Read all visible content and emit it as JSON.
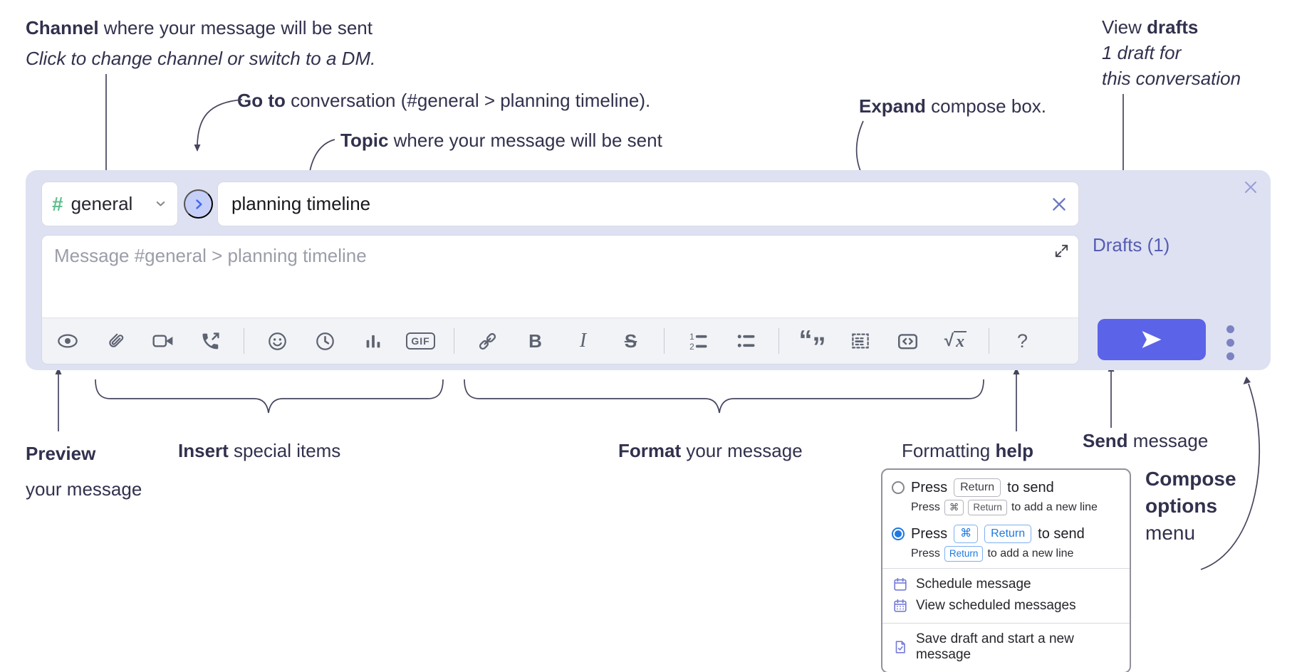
{
  "annotations": {
    "channel": {
      "bold": "Channel",
      "rest": " where your message will be sent",
      "line2": "Click to change channel or switch to a DM."
    },
    "goto": {
      "bold": "Go to",
      "rest": " conversation (#general > planning timeline)."
    },
    "topic": {
      "bold": "Topic",
      "rest": " where your message will be sent"
    },
    "expand": {
      "bold": "Expand",
      "rest": " compose box."
    },
    "view_drafts": {
      "pre": "View ",
      "bold": "drafts",
      "line2": "1 draft for",
      "line3": "this conversation"
    },
    "preview": {
      "bold": "Preview",
      "line2": "your message"
    },
    "insert": {
      "bold": "Insert",
      "rest": " special items"
    },
    "format": {
      "bold": "Format",
      "rest": " your message"
    },
    "formatting_help": {
      "pre": "Formatting ",
      "bold": "help"
    },
    "send": {
      "bold": "Send",
      "rest": " message"
    },
    "compose_options": {
      "line1": "Compose",
      "line2": "options",
      "line3": "menu"
    }
  },
  "composer": {
    "channel": {
      "hash": "#",
      "name": "general"
    },
    "topic": {
      "value": "planning timeline"
    },
    "message": {
      "placeholder": "Message #general > planning timeline"
    },
    "drafts_link": "Drafts (1)"
  },
  "toolbar": {
    "glyphs": {
      "bold": "B",
      "italic": "I",
      "strike": "S",
      "gif": "GIF",
      "help": "?",
      "math_root": "√",
      "math_x": "x",
      "quote_open": "“",
      "quote_close": "”"
    },
    "icons": [
      "preview-eye",
      "attach-paperclip",
      "video-call",
      "voice-call",
      "emoji-smiley",
      "time-clock",
      "poll-bar-chart",
      "gif",
      "link",
      "bold",
      "italic",
      "strikethrough",
      "numbered-list",
      "bulleted-list",
      "quote",
      "spoiler",
      "code",
      "math",
      "help"
    ]
  },
  "menu": {
    "options": [
      {
        "selected": false,
        "main_pre": "Press",
        "main_kbd1": "Return",
        "main_post": "to send",
        "sub_pre": "Press",
        "sub_kbd1": "⌘",
        "sub_kbd2": "Return",
        "sub_post": "to add a new line"
      },
      {
        "selected": true,
        "main_pre": "Press",
        "main_kbd1": "⌘",
        "main_kbd2": "Return",
        "main_post": "to send",
        "sub_pre": "Press",
        "sub_kbd1": "Return",
        "sub_post": "to add a new line"
      }
    ],
    "items": [
      {
        "label": "Schedule message"
      },
      {
        "label": "View scheduled messages"
      },
      {
        "label": "Save draft and start a new message"
      }
    ]
  },
  "colors": {
    "panel": "#dee1f1",
    "send_button": "#5b63e8",
    "drafts_link": "#565db4",
    "selected_blue": "#1f79e0",
    "hash_green": "#5fc08d",
    "icon_gray": "#5d6370",
    "annotation_text": "#31314e"
  }
}
